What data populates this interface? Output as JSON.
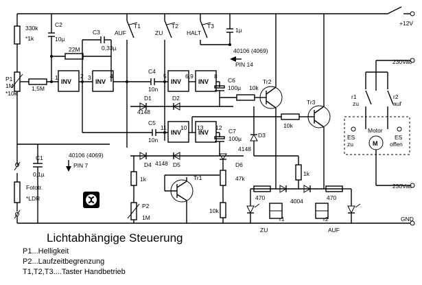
{
  "title": "Lichtabhängige Steuerung",
  "legend": [
    "P1...Helligkeit",
    "P2...Laufzeitbegrenzung",
    "T1,T2,T3....Taster Handbetrieb"
  ],
  "supply": {
    "vcc": "+12V",
    "gnd": "GND"
  },
  "mains": {
    "top": "230Vac",
    "bottom": "230Vac"
  },
  "components": {
    "r_330k": "330k",
    "r_1k_alt": "*1k",
    "p1": "P1",
    "p1_val": "1M",
    "p1_alt": "*10k",
    "r_1m5": "1,5M",
    "c2": "C2",
    "c2_val": "10µ",
    "r_22m": "22M",
    "c3": "C3",
    "c3_val": "0,33µ",
    "c4": "C4",
    "c4_val": "10n",
    "c5": "C5",
    "c5_val": "10n",
    "c1": "C1",
    "c1_val": "0,1µ",
    "c6": "C6",
    "c6_val": "100µ",
    "c7": "C7",
    "c7_val": "100µ",
    "d1": "D1",
    "d2": "D2",
    "d3": "D3",
    "d4": "D4",
    "d5": "D5",
    "d6": "D6",
    "d_type": "4148",
    "d_bridge": "4004",
    "t1": "T1",
    "t1_label": "AUF",
    "t2": "T2",
    "t2_label": "ZU",
    "t3": "T3",
    "t3_label": "HALT",
    "c_1u": "1µ",
    "ic": "40106 (4069)",
    "pin14": "PIN 14",
    "pin7": "PIN 7",
    "tr1": "Tr1",
    "tr2": "Tr2",
    "tr3": "Tr3",
    "r_10k": "10k",
    "r_1k": "1k",
    "r_47k": "47k",
    "r_470": "470",
    "p2": "P2",
    "p2_val": "1M",
    "ldr": "Fototr.",
    "ldr_alt": "*LDR",
    "relay1": "r1",
    "relay2": "r2",
    "zu": "ZU",
    "auf": "AUF",
    "r1_contact": "r1",
    "r1_sub": "zu",
    "r2_contact": "r2",
    "r2_sub": "auf",
    "motor": "Motor",
    "motor_symbol": "M",
    "es": "ES",
    "es_zu": "zu",
    "es_offen": "offen",
    "inv": "INV",
    "pins": [
      "1",
      "2",
      "3",
      "4",
      "5",
      "6,9",
      "8",
      "11",
      "10",
      "13",
      "12"
    ]
  }
}
